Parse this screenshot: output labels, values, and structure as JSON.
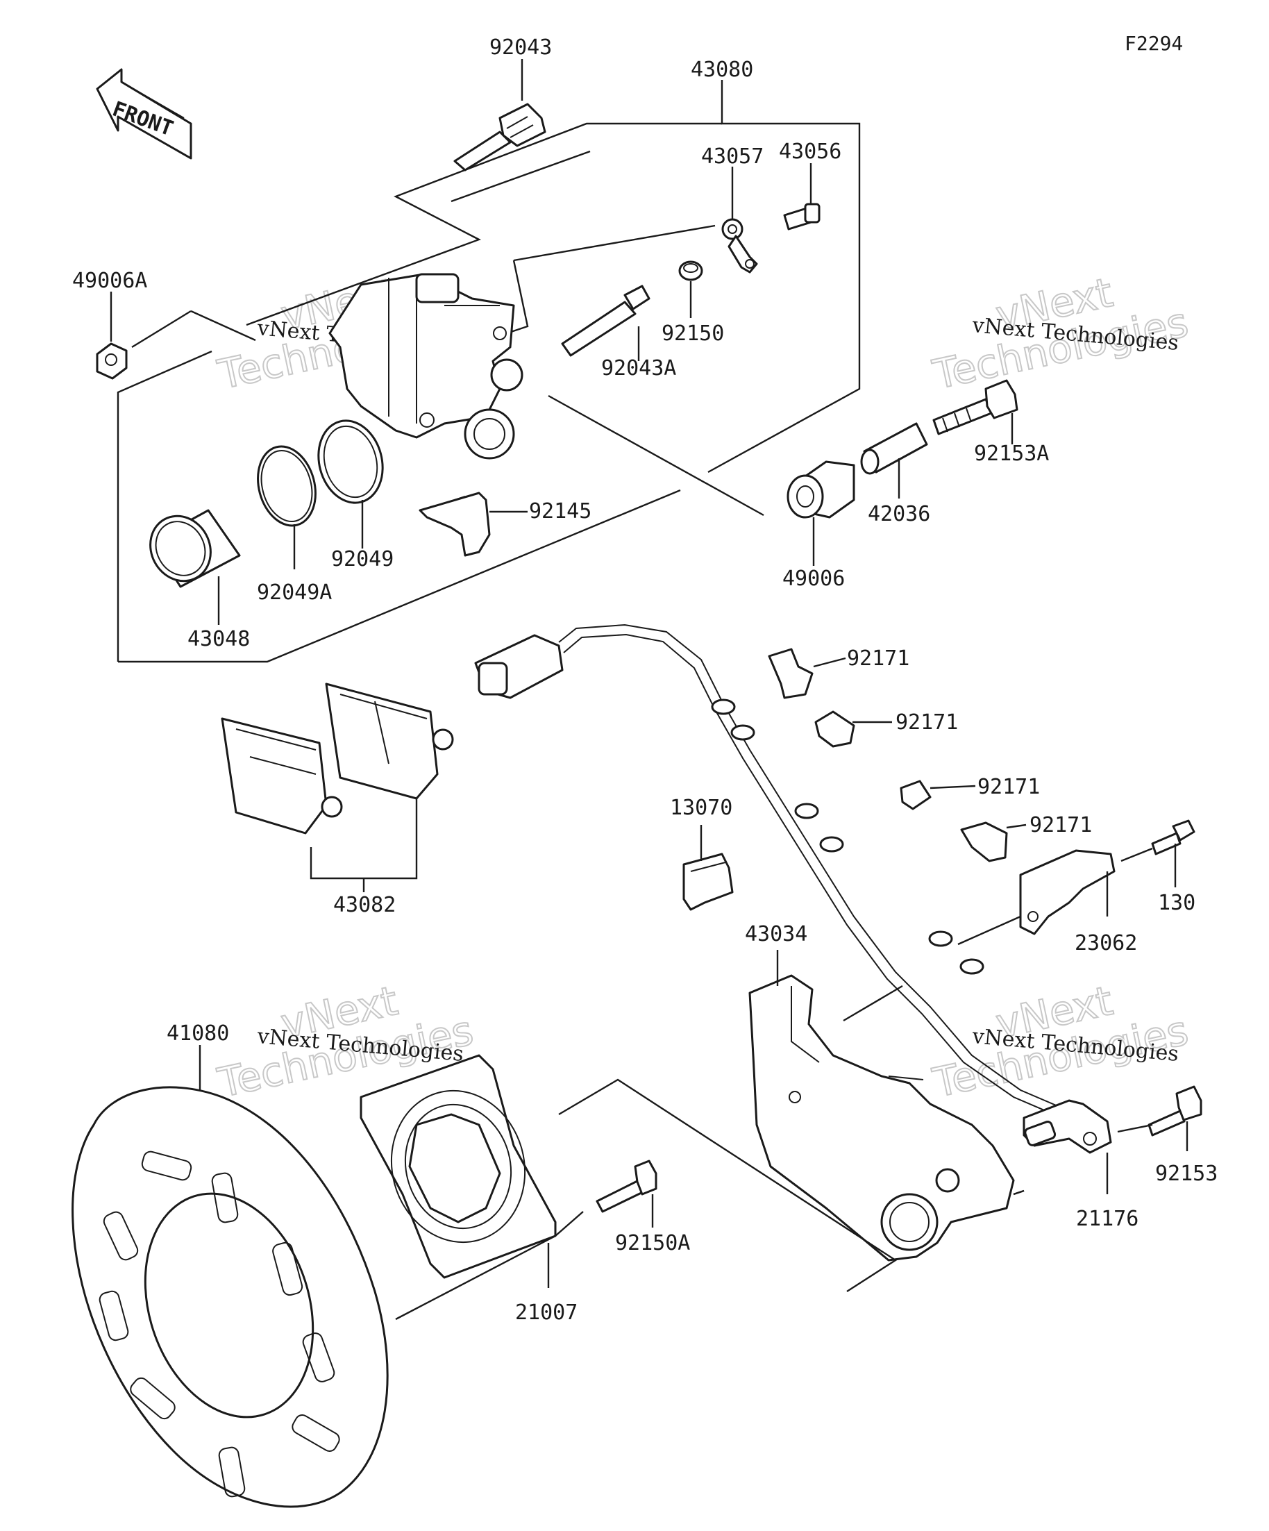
{
  "diagram_code": "F2294",
  "front_label": "FRONT",
  "watermark": {
    "line1": "vNext",
    "line2": "Technologies",
    "small": "vNext Technologies"
  },
  "parts": [
    {
      "id": "92043",
      "label": "92043"
    },
    {
      "id": "43080",
      "label": "43080"
    },
    {
      "id": "43057",
      "label": "43057"
    },
    {
      "id": "43056",
      "label": "43056"
    },
    {
      "id": "49006A",
      "label": "49006A"
    },
    {
      "id": "92150",
      "label": "92150"
    },
    {
      "id": "92043A",
      "label": "92043A"
    },
    {
      "id": "92153A",
      "label": "92153A"
    },
    {
      "id": "42036",
      "label": "42036"
    },
    {
      "id": "92145",
      "label": "92145"
    },
    {
      "id": "92049",
      "label": "92049"
    },
    {
      "id": "92049A",
      "label": "92049A"
    },
    {
      "id": "43048",
      "label": "43048"
    },
    {
      "id": "49006",
      "label": "49006"
    },
    {
      "id": "92171a",
      "label": "92171"
    },
    {
      "id": "92171b",
      "label": "92171"
    },
    {
      "id": "92171c",
      "label": "92171"
    },
    {
      "id": "92171d",
      "label": "92171"
    },
    {
      "id": "13070",
      "label": "13070"
    },
    {
      "id": "43082",
      "label": "43082"
    },
    {
      "id": "130",
      "label": "130"
    },
    {
      "id": "23062",
      "label": "23062"
    },
    {
      "id": "43034",
      "label": "43034"
    },
    {
      "id": "41080",
      "label": "41080"
    },
    {
      "id": "92153",
      "label": "92153"
    },
    {
      "id": "21176",
      "label": "21176"
    },
    {
      "id": "92150A",
      "label": "92150A"
    },
    {
      "id": "21007",
      "label": "21007"
    }
  ]
}
